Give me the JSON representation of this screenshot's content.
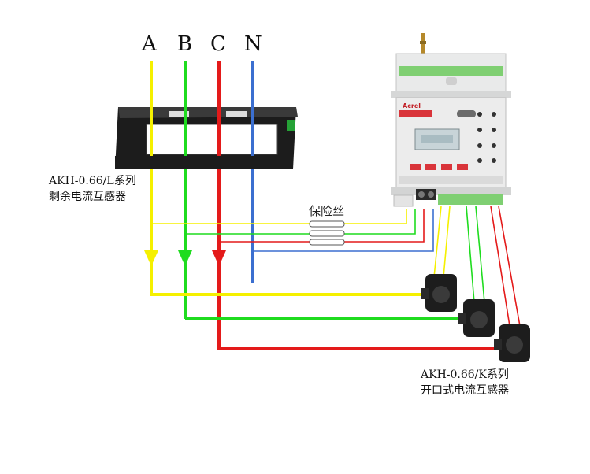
{
  "phases": {
    "a": "A",
    "b": "B",
    "c": "C",
    "n": "N"
  },
  "residual_ct": {
    "line1": "AKH-0.66/L系列",
    "line2": "剩余电流互感器"
  },
  "fuse_label": "保险丝",
  "split_ct": {
    "line1": "AKH-0.66/K系列",
    "line2": "开口式电流互感器"
  },
  "device": {
    "brand": "Acrel"
  },
  "colors": {
    "yellow": "#f5f000",
    "green": "#1fdc1f",
    "red": "#e41a1a",
    "blue": "#3b6fd0"
  }
}
